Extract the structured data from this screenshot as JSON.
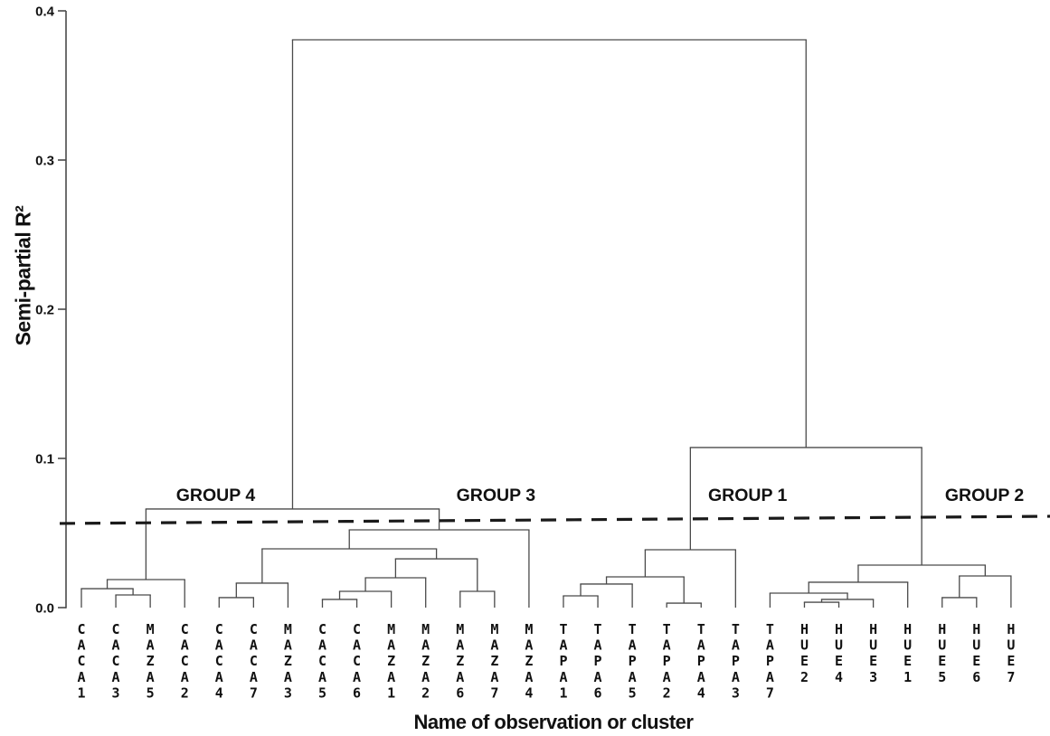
{
  "page": {
    "background": "#ffffff"
  },
  "chart_data": {
    "type": "dendrogram",
    "title": "",
    "xlabel": "Name of observation or cluster",
    "ylabel": "Semi-partial R²",
    "y_axis": {
      "tick_labels": [
        "0.0",
        "0.1",
        "0.2",
        "0.3",
        "0.4"
      ],
      "tick_values": [
        0.0,
        0.1,
        0.2,
        0.3,
        0.4
      ],
      "ylim": [
        0.0,
        0.4
      ],
      "grid": false
    },
    "leaves": [
      "CACA1",
      "CACA3",
      "MAZA5",
      "CACA2",
      "CACA4",
      "CACA7",
      "MAZA3",
      "CACA5",
      "CACA6",
      "MAZA1",
      "MAZA2",
      "MAZA6",
      "MAZA7",
      "MAZA4",
      "TAPA1",
      "TAPA6",
      "TAPA5",
      "TAPA2",
      "TAPA4",
      "TAPA3",
      "TAPA7",
      "HUE2",
      "HUE4",
      "HUE3",
      "HUE1",
      "HUE5",
      "HUE6",
      "HUE7"
    ],
    "merges": [
      {
        "a": 1,
        "b": 2,
        "h": 0.0085
      },
      {
        "a": 0,
        "b": 28,
        "h": 0.0127
      },
      {
        "a": 29,
        "b": 3,
        "h": 0.0188
      },
      {
        "a": 4,
        "b": 5,
        "h": 0.0067
      },
      {
        "a": 31,
        "b": 6,
        "h": 0.0164
      },
      {
        "a": 7,
        "b": 8,
        "h": 0.0055
      },
      {
        "a": 33,
        "b": 9,
        "h": 0.0109
      },
      {
        "a": 34,
        "b": 10,
        "h": 0.02
      },
      {
        "a": 11,
        "b": 12,
        "h": 0.0109
      },
      {
        "a": 35,
        "b": 36,
        "h": 0.0327
      },
      {
        "a": 32,
        "b": 37,
        "h": 0.0394
      },
      {
        "a": 38,
        "b": 13,
        "h": 0.0521
      },
      {
        "a": 30,
        "b": 39,
        "h": 0.0661
      },
      {
        "a": 14,
        "b": 15,
        "h": 0.0079
      },
      {
        "a": 41,
        "b": 16,
        "h": 0.0158
      },
      {
        "a": 17,
        "b": 18,
        "h": 0.003
      },
      {
        "a": 42,
        "b": 43,
        "h": 0.0206
      },
      {
        "a": 44,
        "b": 19,
        "h": 0.0388
      },
      {
        "a": 21,
        "b": 22,
        "h": 0.0036
      },
      {
        "a": 46,
        "b": 23,
        "h": 0.0055
      },
      {
        "a": 20,
        "b": 47,
        "h": 0.0097
      },
      {
        "a": 48,
        "b": 24,
        "h": 0.017
      },
      {
        "a": 25,
        "b": 26,
        "h": 0.0067
      },
      {
        "a": 50,
        "b": 27,
        "h": 0.0212
      },
      {
        "a": 49,
        "b": 51,
        "h": 0.0285
      },
      {
        "a": 45,
        "b": 52,
        "h": 0.1073
      },
      {
        "a": 40,
        "b": 53,
        "h": 0.3806
      }
    ],
    "cut_line": {
      "style": "dashed",
      "h_left": 0.0564,
      "h_right": 0.0612
    },
    "group_labels": [
      {
        "label": "GROUP 4",
        "leaf_pos": 3.9,
        "h": 0.0758
      },
      {
        "label": "GROUP 3",
        "leaf_pos": 12.04,
        "h": 0.0758
      },
      {
        "label": "GROUP 1",
        "leaf_pos": 19.35,
        "h": 0.0758
      },
      {
        "label": "GROUP 2",
        "leaf_pos": 26.23,
        "h": 0.0758
      }
    ],
    "colors": {
      "tree_line": "#4a4a4a",
      "axis_line": "#4a4a4a",
      "text": "#111111",
      "cut_line": "#1a1a1a"
    }
  }
}
